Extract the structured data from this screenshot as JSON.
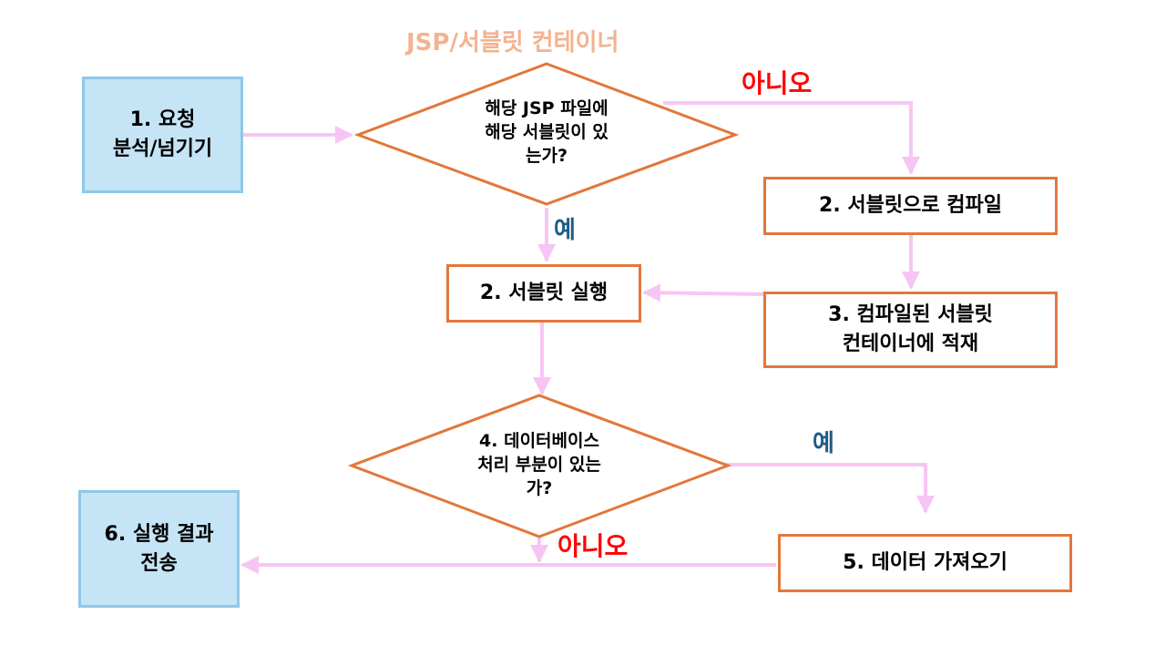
{
  "title": "JSP/서블릿 컨테이너",
  "nodes": {
    "request": "1. 요청\n분석/넘기기",
    "decision_servlet": "해당 JSP 파일에\n해당 서블릿이 있\n는가?",
    "compile": "2. 서블릿으로 컴파일",
    "execute": "2. 서블릿 실행",
    "load": "3. 컴파일된 서블릿\n컨테이너에 적재",
    "decision_db": "4. 데이터베이스\n처리 부분이 있는\n가?",
    "fetch": "5. 데이터 가져오기",
    "result": "6. 실행 결과\n전송"
  },
  "labels": {
    "no_top": "아니오",
    "yes_top": "예",
    "yes_right": "예",
    "no_bottom": "아니오"
  },
  "colors": {
    "arrow": "#f7c5f4",
    "diamond_border": "#e2773b",
    "blue_fill": "#c5e4f5",
    "blue_border": "#8dc8ea",
    "title": "#f3b38f",
    "no": "#ff0000",
    "yes": "#1f5d86"
  }
}
